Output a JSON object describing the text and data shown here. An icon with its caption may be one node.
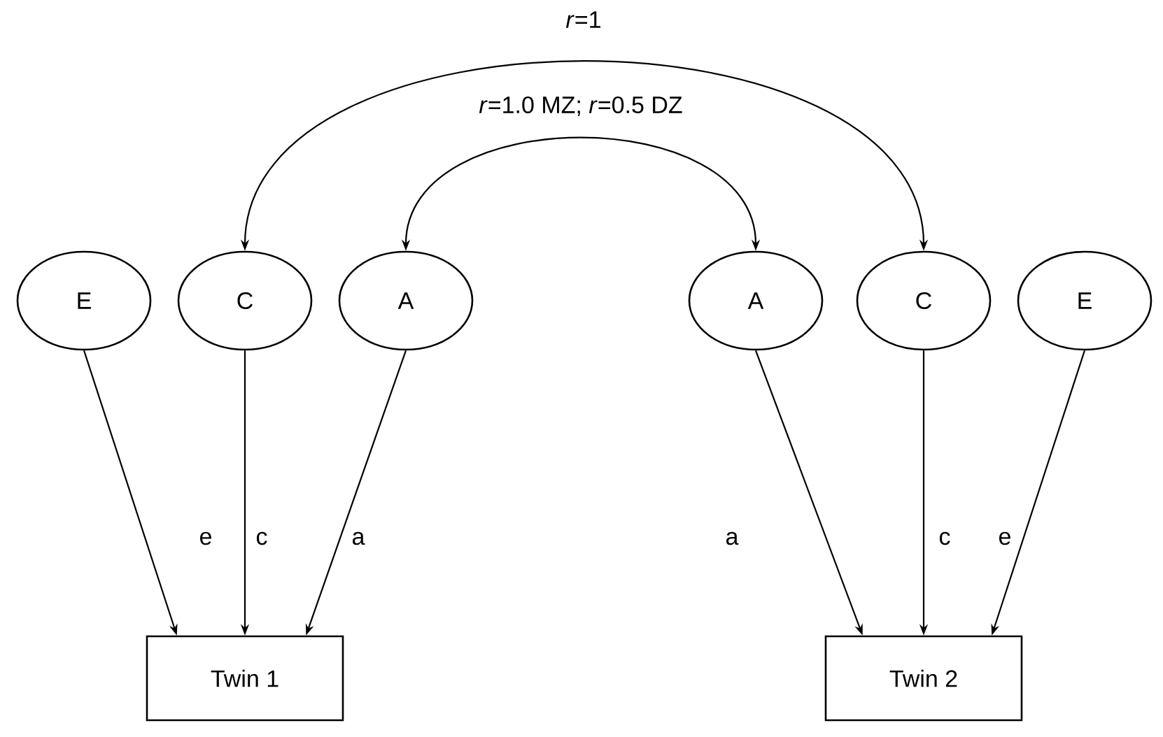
{
  "diagram": {
    "nodes": [
      {
        "text": [
          "E"
        ]
      },
      {
        "text": [
          "C"
        ]
      },
      {
        "text": [
          "A"
        ]
      },
      {
        "text": [
          "A"
        ]
      },
      {
        "text": [
          "C"
        ]
      },
      {
        "text": [
          "E"
        ]
      },
      {
        "text": [
          "Twin 1"
        ]
      },
      {
        "text": [
          "Twin 2"
        ]
      }
    ],
    "edges": [
      {
        "from": 0,
        "to": 6,
        "arrow": "to",
        "label": "e"
      },
      {
        "from": 1,
        "to": 6,
        "arrow": "to",
        "label": "c"
      },
      {
        "from": 2,
        "to": 6,
        "arrow": "to",
        "label": "a"
      },
      {
        "from": 3,
        "to": 7,
        "arrow": "to",
        "label": "a"
      },
      {
        "from": 4,
        "to": 7,
        "arrow": "to",
        "label": "c"
      },
      {
        "from": 5,
        "to": 7,
        "arrow": "to",
        "label": "e"
      },
      {
        "from": 1,
        "to": 4,
        "arrow": "both",
        "label": "*r*=1"
      },
      {
        "from": 2,
        "to": 3,
        "arrow": "both",
        "label": "*r*=1.0 MZ; *r*=0.5 DZ"
      }
    ]
  }
}
